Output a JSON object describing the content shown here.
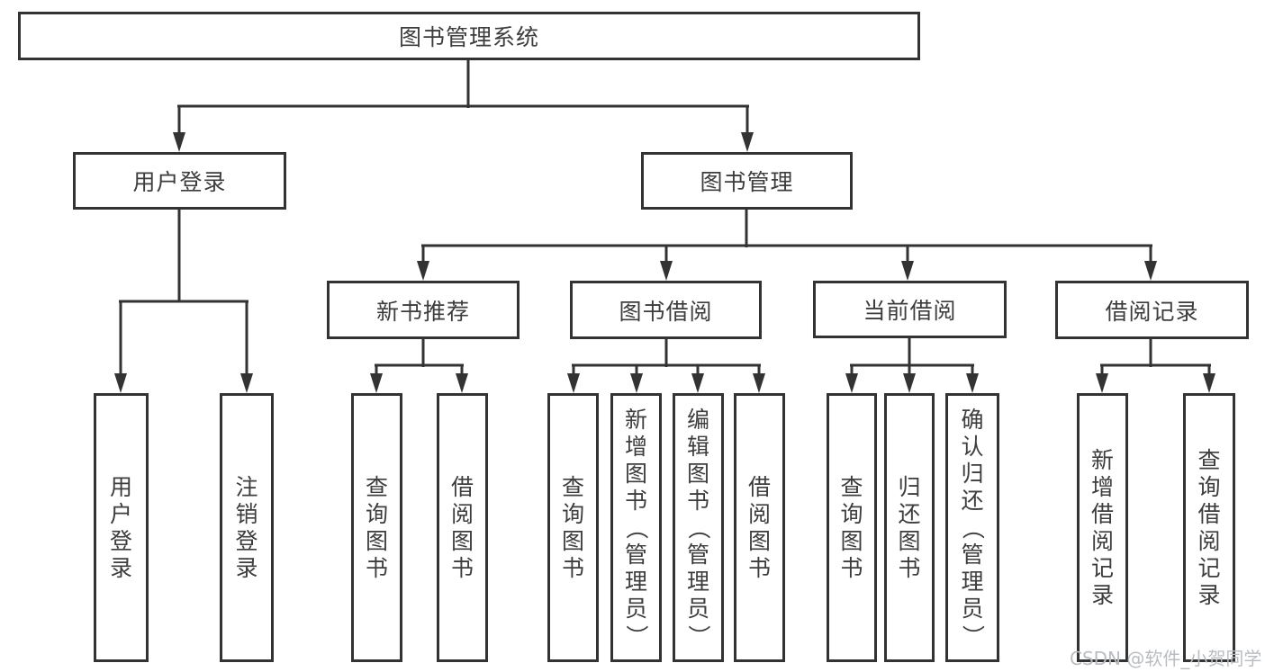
{
  "diagram": {
    "root": {
      "label": "图书管理系统"
    },
    "branches": [
      {
        "label": "用户登录",
        "children": [
          {
            "label": "用户登录"
          },
          {
            "label": "注销登录"
          }
        ]
      },
      {
        "label": "图书管理",
        "children": [
          {
            "label": "新书推荐",
            "children": [
              {
                "label": "查询图书"
              },
              {
                "label": "借阅图书"
              }
            ]
          },
          {
            "label": "图书借阅",
            "children": [
              {
                "label": "查询图书"
              },
              {
                "label": "新增图书（管理员）"
              },
              {
                "label": "编辑图书（管理员）"
              },
              {
                "label": "借阅图书"
              }
            ]
          },
          {
            "label": "当前借阅",
            "children": [
              {
                "label": "查询图书"
              },
              {
                "label": "归还图书"
              },
              {
                "label": "确认归还（管理员）"
              }
            ]
          },
          {
            "label": "借阅记录",
            "children": [
              {
                "label": "新增借阅记录"
              },
              {
                "label": "查询借阅记录"
              }
            ]
          }
        ]
      }
    ],
    "line_color": "#333333",
    "text_color": "#3d3d3d"
  },
  "watermark": {
    "text": "CSDN @软件_小贺同学",
    "color": "#b9bdc1"
  }
}
